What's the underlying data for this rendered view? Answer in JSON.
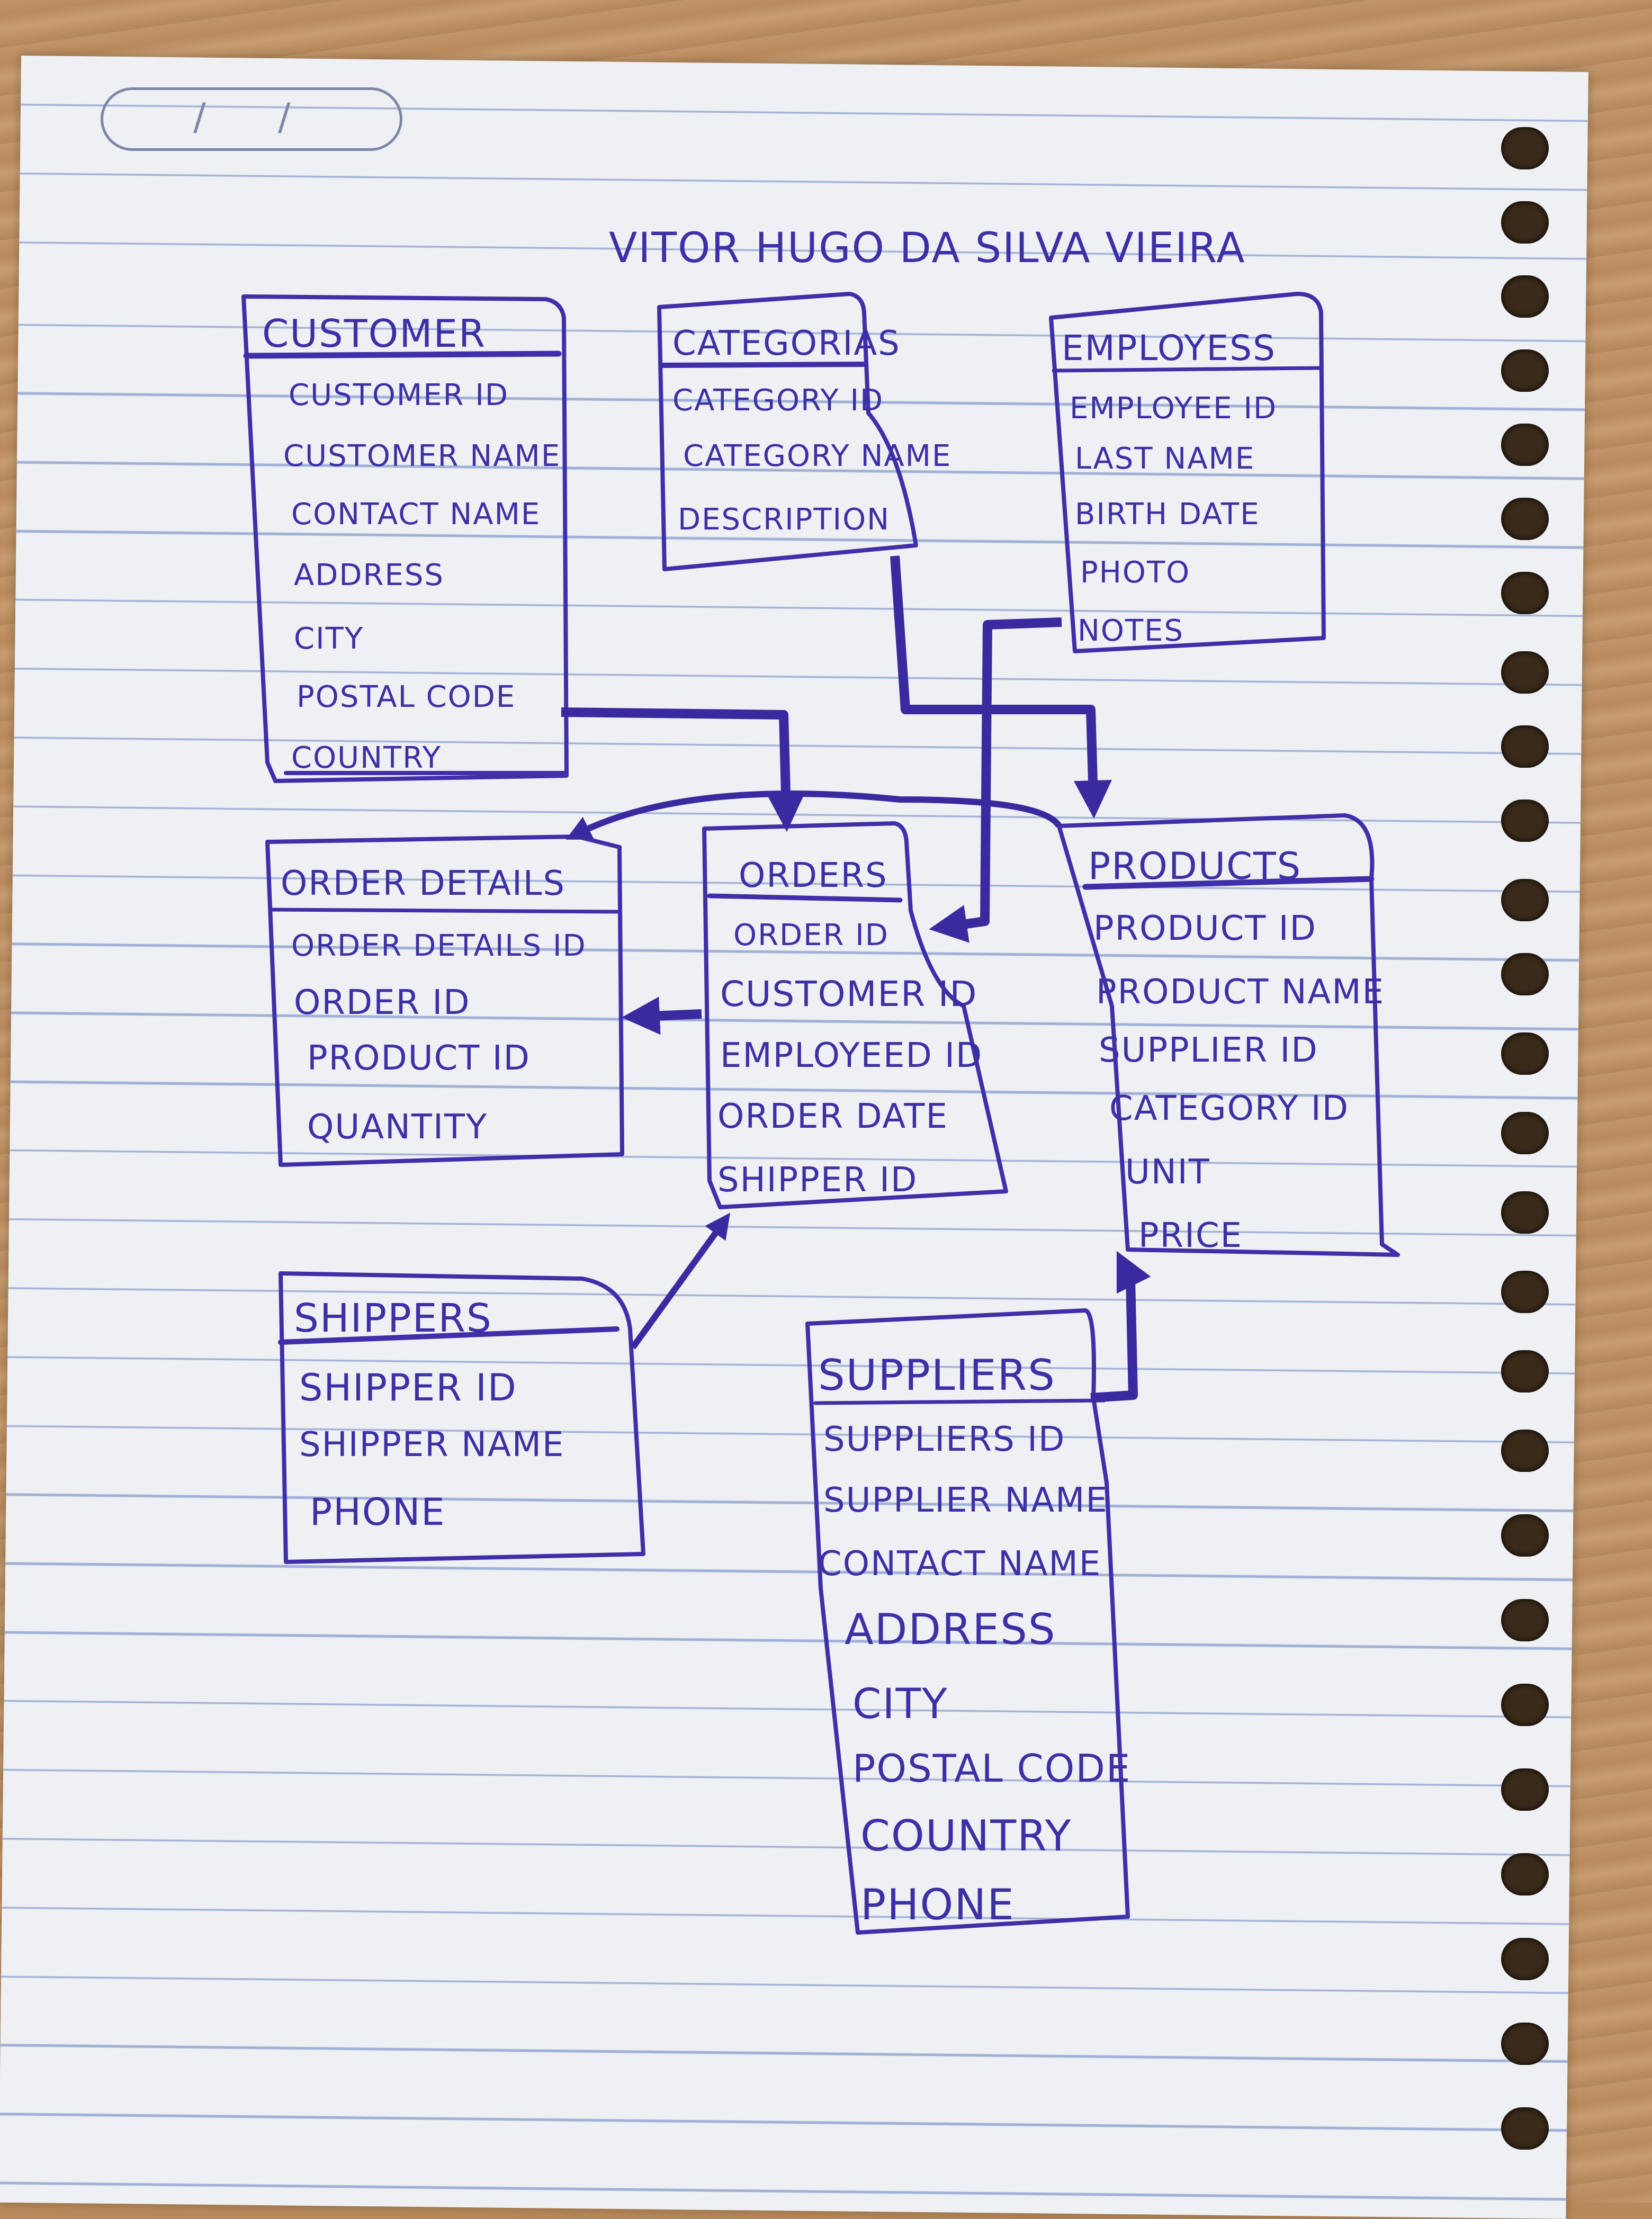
{
  "author": "VITOR HUGO DA SILVA VIEIRA",
  "date_box": {
    "slash_1": "/",
    "slash_2": "/"
  },
  "entities": {
    "customer": {
      "title": "CUSTOMER",
      "attributes": [
        "CUSTOMER ID",
        "CUSTOMER NAME",
        "CONTACT NAME",
        "ADDRESS",
        "CITY",
        "POSTAL CODE",
        "COUNTRY"
      ]
    },
    "categorias": {
      "title": "CATEGORIAS",
      "attributes": [
        "CATEGORY ID",
        "CATEGORY NAME",
        "DESCRIPTION"
      ]
    },
    "employees": {
      "title": "EMPLOYESS",
      "attributes": [
        "EMPLOYEE ID",
        "LAST NAME",
        "BIRTH DATE",
        "PHOTO",
        "NOTES"
      ]
    },
    "order_details": {
      "title": "ORDER DETAILS",
      "attributes": [
        "ORDER DETAILS ID",
        "ORDER ID",
        "PRODUCT ID",
        "QUANTITY"
      ]
    },
    "orders": {
      "title": "ORDERS",
      "attributes": [
        "ORDER ID",
        "CUSTOMER ID",
        "EMPLOYEED ID",
        "ORDER DATE",
        "SHIPPER ID"
      ]
    },
    "products": {
      "title": "PRODUCTS",
      "attributes": [
        "PRODUCT ID",
        "PRODUCT NAME",
        "SUPPLIER ID",
        "CATEGORY ID",
        "UNIT",
        "PRICE"
      ]
    },
    "shippers": {
      "title": "SHIPPERS",
      "attributes": [
        "SHIPPER ID",
        "SHIPPER NAME",
        "PHONE"
      ]
    },
    "suppliers": {
      "title": "SUPPLIERS",
      "attributes": [
        "SUPPLIERS ID",
        "SUPPLIER NAME",
        "CONTACT NAME",
        "ADDRESS",
        "CITY",
        "POSTAL CODE",
        "COUNTRY",
        "PHONE"
      ]
    }
  },
  "relationships": [
    {
      "from": "customer",
      "to": "orders"
    },
    {
      "from": "categorias",
      "to": "products"
    },
    {
      "from": "employees",
      "to": "orders"
    },
    {
      "from": "products",
      "to": "order_details"
    },
    {
      "from": "orders",
      "to": "order_details"
    },
    {
      "from": "shippers",
      "to": "orders"
    },
    {
      "from": "suppliers",
      "to": "products"
    }
  ],
  "colors": {
    "ink": "#3d2fa5",
    "paper": "#eef0f3",
    "rule_line": "#9fb0d6",
    "desk": "#b8895a"
  }
}
